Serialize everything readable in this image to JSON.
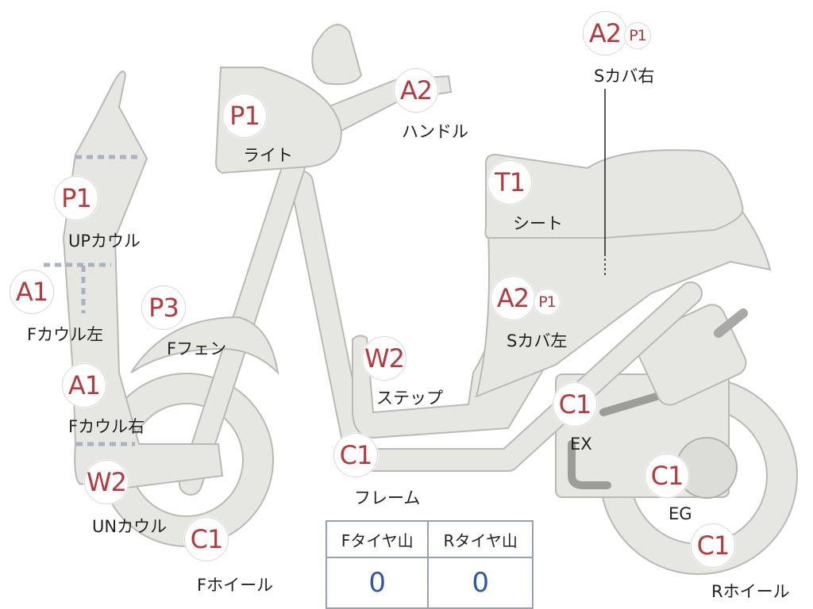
{
  "parts": [
    {
      "id": "a2-s-cover-right",
      "code": "A2",
      "sub": "P1",
      "label": "Sカバ右"
    },
    {
      "id": "p1-light",
      "code": "P1",
      "label": "ライト"
    },
    {
      "id": "a2-handle",
      "code": "A2",
      "label": "ハンドル"
    },
    {
      "id": "p1-up-cowl",
      "code": "P1",
      "label": "UPカウル"
    },
    {
      "id": "t1-seat",
      "code": "T1",
      "label": "シート"
    },
    {
      "id": "a1-f-cowl-left",
      "code": "A1",
      "label": "Fカウル左"
    },
    {
      "id": "p3-f-fender",
      "code": "P3",
      "label": "Fフェン"
    },
    {
      "id": "a2-s-cover-left",
      "code": "A2",
      "sub": "P1",
      "label": "Sカバ左"
    },
    {
      "id": "w2-step",
      "code": "W2",
      "label": "ステップ"
    },
    {
      "id": "a1-f-cowl-right",
      "code": "A1",
      "label": "Fカウル右"
    },
    {
      "id": "c1-ex",
      "code": "C1",
      "label": "EX"
    },
    {
      "id": "c1-frame",
      "code": "C1",
      "label": "フレーム"
    },
    {
      "id": "w2-un-cowl",
      "code": "W2",
      "label": "UNカウル"
    },
    {
      "id": "c1-eg",
      "code": "C1",
      "label": "EG"
    },
    {
      "id": "c1-f-wheel",
      "code": "C1",
      "label": "Fホイール"
    },
    {
      "id": "c1-r-wheel",
      "code": "C1",
      "label": "Rホイール"
    }
  ],
  "tire_table": {
    "headers": [
      "Fタイヤ山",
      "Rタイヤ山"
    ],
    "values": [
      "0",
      "0"
    ]
  },
  "colors": {
    "code_text": "#b8393c",
    "tire_value": "#2f56a8",
    "part_fill": "#e6e6e3"
  }
}
